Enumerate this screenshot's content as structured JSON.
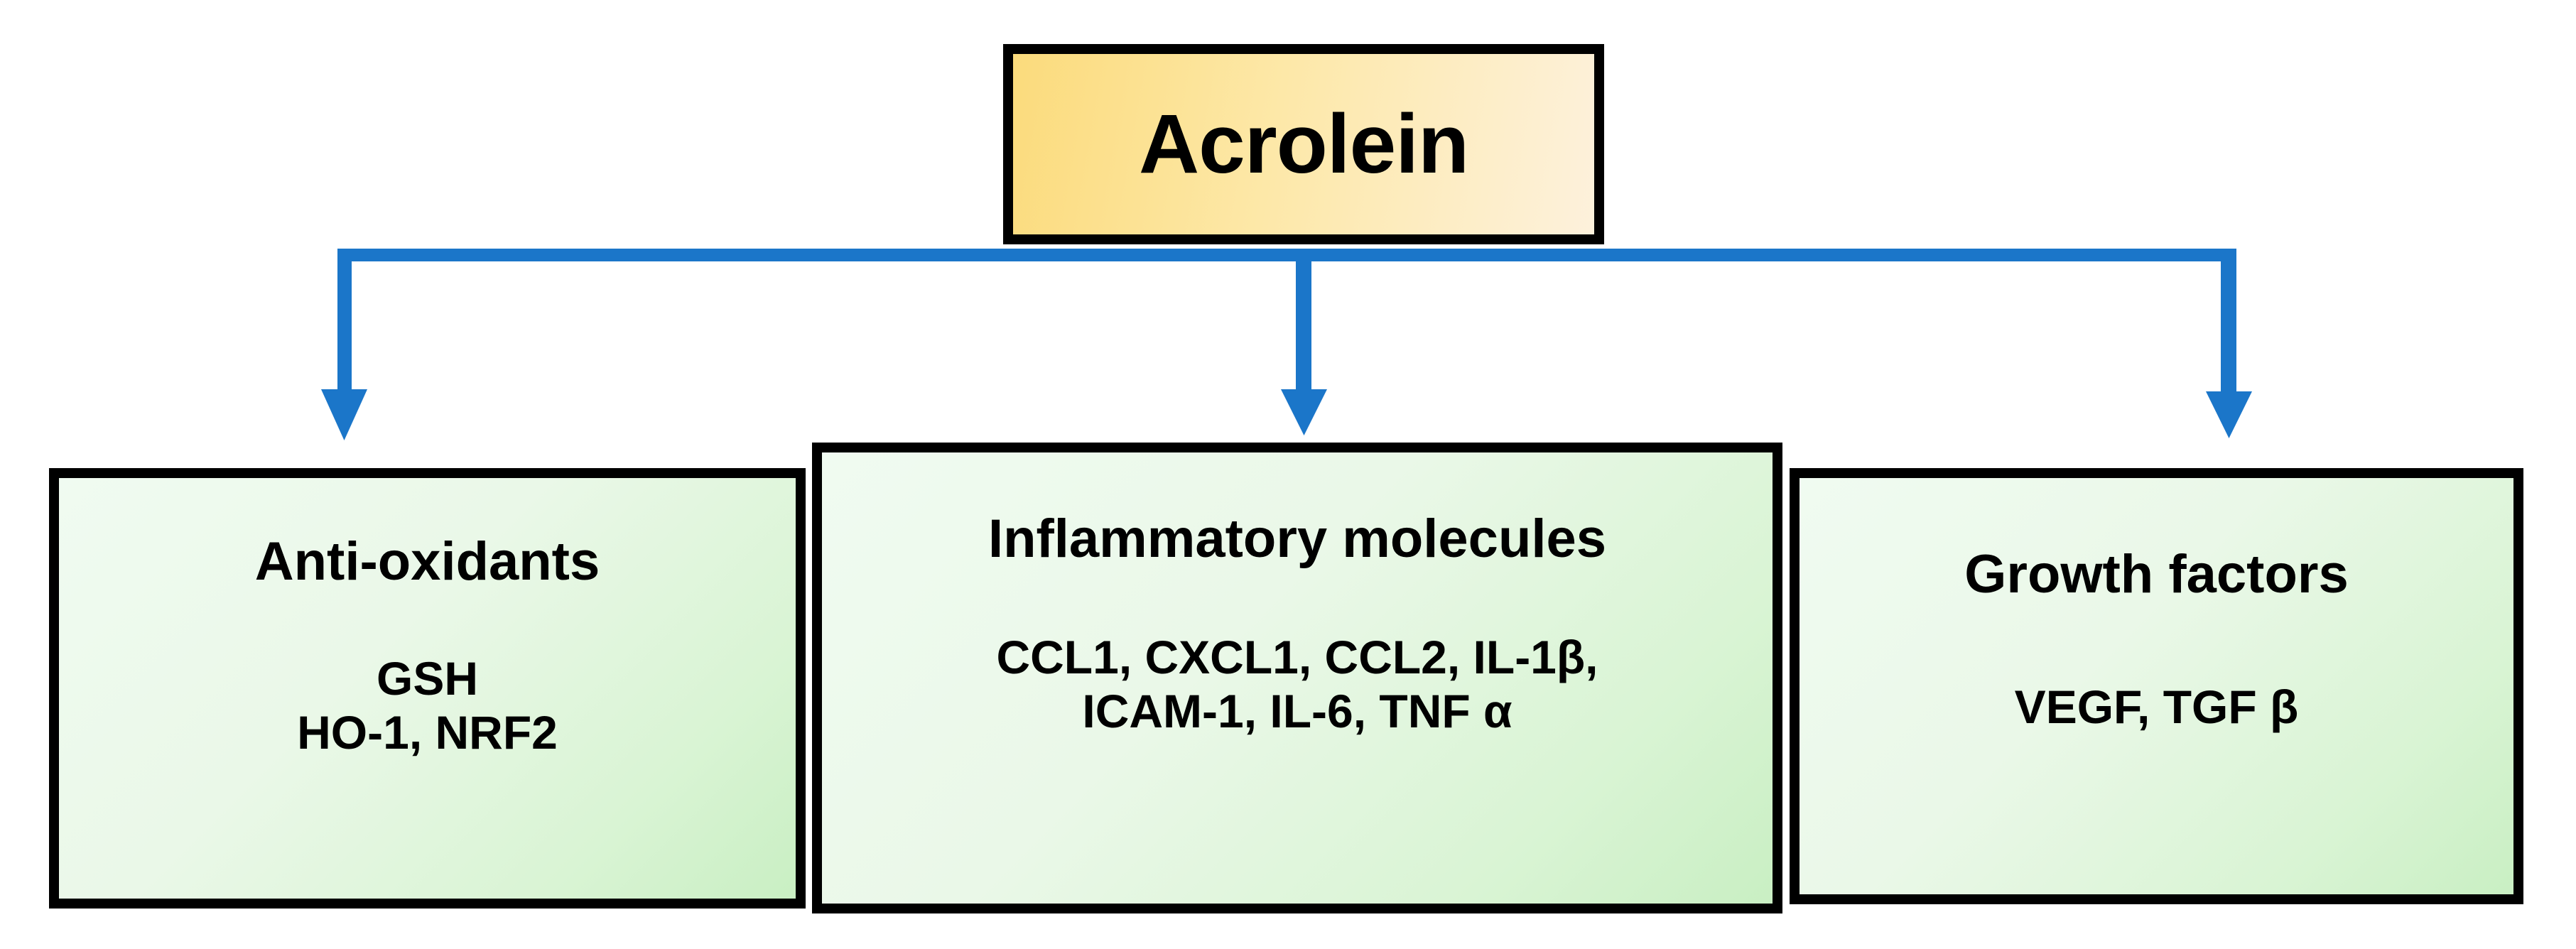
{
  "diagram": {
    "type": "flowchart",
    "orientation": "top-down",
    "title_node": {
      "id": "acrolein",
      "label": "Acrolein",
      "fill_gradient_from": "#FBDB7C",
      "fill_gradient_to": "#FDF1DC",
      "border_color": "#000000"
    },
    "connector": {
      "style": "elbow-arrow",
      "color": "#1B76C9",
      "arrow_count": 3,
      "arrow_names": [
        "arrow-to-anti-oxidants",
        "arrow-to-inflammatory-molecules",
        "arrow-to-growth-factors"
      ]
    },
    "outcome_nodes": [
      {
        "id": "anti-oxidants",
        "title": "Anti-oxidants",
        "items_lines": [
          "GSH",
          "HO-1,  NRF2"
        ],
        "items": [
          "GSH",
          "HO-1",
          "NRF2"
        ],
        "fill_gradient_from": "#F0FBF1",
        "fill_gradient_to": "#C9EFC3",
        "border_color": "#000000"
      },
      {
        "id": "inflammatory-molecules",
        "title": "Inflammatory molecules",
        "items_lines": [
          "CCL1, CXCL1, CCL2, IL-1β,",
          "ICAM-1, IL-6, TNF α"
        ],
        "items": [
          "CCL1",
          "CXCL1",
          "CCL2",
          "IL-1β",
          "ICAM-1",
          "IL-6",
          "TNF α"
        ],
        "fill_gradient_from": "#F0FBF1",
        "fill_gradient_to": "#C9EFC3",
        "border_color": "#000000"
      },
      {
        "id": "growth-factors",
        "title": "Growth factors",
        "items_lines": [
          "VEGF, TGF β"
        ],
        "items": [
          "VEGF",
          "TGF β"
        ],
        "fill_gradient_from": "#F0FBF1",
        "fill_gradient_to": "#C9EFC3",
        "border_color": "#000000"
      }
    ]
  }
}
